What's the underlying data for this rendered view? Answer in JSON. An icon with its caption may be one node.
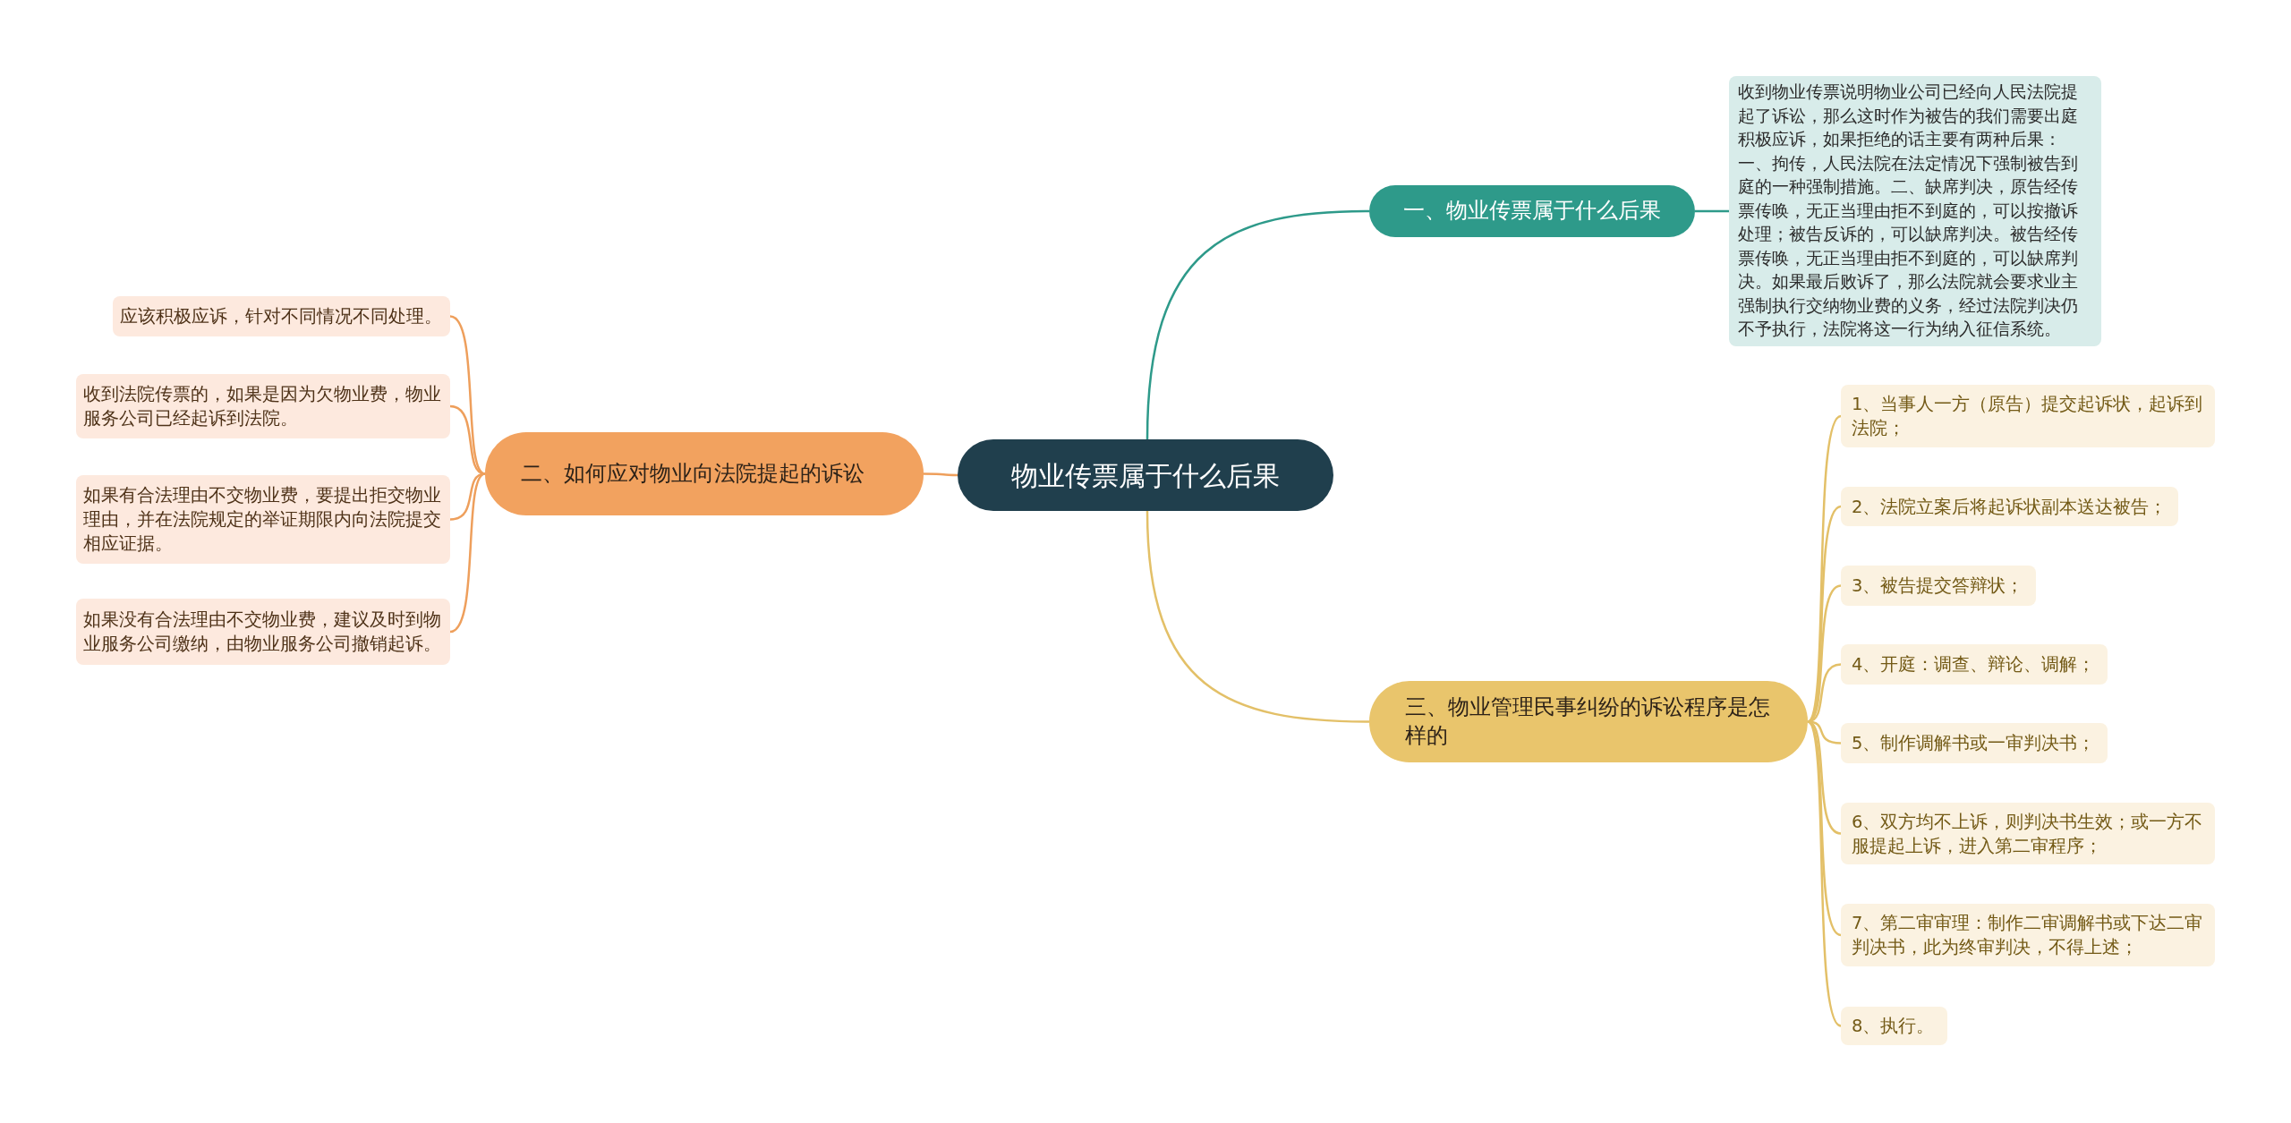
{
  "diagram": {
    "nodes": [
      {
        "text": [
          "物业传票属于什么后果"
        ]
      },
      {
        "text": [
          "一、物业传票属于什么后果"
        ]
      },
      {
        "text": [
          "收到物业传票说明物业公司已经向人民法院提起了诉讼，那么这时作为被告的我们需要出庭积极应诉，如果拒绝的话主要有两种后果：一、拘传，人民法院在法定情况下强制被告到庭的一种强制措施。二、缺席判决，原告经传票传唤，无正当理由拒不到庭的，可以按撤诉处理；被告反诉的，可以缺席判决。被告经传票传唤，无正当理由拒不到庭的，可以缺席判决。如果最后败诉了，那么法院就会要求业主强制执行交纳物业费的义务，经过法院判决仍不予执行，法院将这一行为纳入征信系统。"
        ]
      },
      {
        "text": [
          "二、如何应对物业向法院提起的诉讼"
        ]
      },
      {
        "text": [
          "应该积极应诉，针对不同情况不同处理。"
        ]
      },
      {
        "text": [
          "收到法院传票的，如果是因为欠物业费，物业服务公司已经起诉到法院。"
        ]
      },
      {
        "text": [
          "如果有合法理由不交物业费，要提出拒交物业理由，并在法院规定的举证期限内向法院提交相应证据。"
        ]
      },
      {
        "text": [
          "如果没有合法理由不交物业费，建议及时到物业服务公司缴纳，由物业服务公司撤销起诉。"
        ]
      },
      {
        "text": [
          "三、物业管理民事纠纷的诉讼程序是怎样的"
        ]
      },
      {
        "text": [
          "1、当事人一方（原告）提交起诉状，起诉到法院；"
        ]
      },
      {
        "text": [
          "2、法院立案后将起诉状副本送达被告；"
        ]
      },
      {
        "text": [
          "3、被告提交答辩状；"
        ]
      },
      {
        "text": [
          "4、开庭：调查、辩论、调解；"
        ]
      },
      {
        "text": [
          "5、制作调解书或一审判决书；"
        ]
      },
      {
        "text": [
          "6、双方均不上诉，则判决书生效；或一方不服提起上诉，进入第二审程序；"
        ]
      },
      {
        "text": [
          "7、第二审审理：制作二审调解书或下达二审判决书，此为终审判决，不得上述；"
        ]
      },
      {
        "text": [
          "8、执行。"
        ]
      }
    ],
    "edges": [
      {
        "from": 0,
        "to": 1,
        "arrow": "none",
        "color": "#2e9a8a"
      },
      {
        "from": 1,
        "to": 2,
        "arrow": "none",
        "color": "#2e9a8a"
      },
      {
        "from": 0,
        "to": 3,
        "arrow": "none",
        "color": "#ee9f5c"
      },
      {
        "from": 3,
        "to": 4,
        "arrow": "none",
        "color": "#ee9f5c"
      },
      {
        "from": 3,
        "to": 5,
        "arrow": "none",
        "color": "#ee9f5c"
      },
      {
        "from": 3,
        "to": 6,
        "arrow": "none",
        "color": "#ee9f5c"
      },
      {
        "from": 3,
        "to": 7,
        "arrow": "none",
        "color": "#ee9f5c"
      },
      {
        "from": 0,
        "to": 8,
        "arrow": "none"
      },
      {
        "from": 8,
        "to": 9,
        "arrow": "none"
      },
      {
        "from": 8,
        "to": 10,
        "arrow": "none"
      },
      {
        "from": 8,
        "to": 11,
        "arrow": "none"
      },
      {
        "from": 8,
        "to": 12,
        "arrow": "none"
      },
      {
        "from": 8,
        "to": 13,
        "arrow": "none"
      },
      {
        "from": 8,
        "to": 14,
        "arrow": "none"
      },
      {
        "from": 8,
        "to": 15,
        "arrow": "none"
      },
      {
        "from": 8,
        "to": 16,
        "arrow": "none"
      }
    ]
  }
}
